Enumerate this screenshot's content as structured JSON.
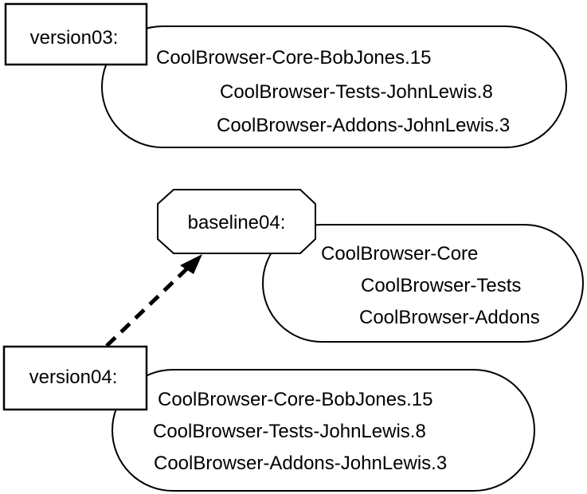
{
  "diagram": {
    "colors": {
      "stroke": "#000000",
      "fill": "#ffffff",
      "text": "#000000"
    },
    "version03": {
      "label": "version03:",
      "shape": "rectangle",
      "components": [
        "CoolBrowser-Core-BobJones.15",
        "CoolBrowser-Tests-JohnLewis.8",
        "CoolBrowser-Addons-JohnLewis.3"
      ]
    },
    "baseline04": {
      "label": "baseline04:",
      "shape": "octagon",
      "components": [
        "CoolBrowser-Core",
        "CoolBrowser-Tests",
        "CoolBrowser-Addons"
      ]
    },
    "version04": {
      "label": "version04:",
      "shape": "rectangle",
      "components": [
        "CoolBrowser-Core-BobJones.15",
        "CoolBrowser-Tests-JohnLewis.8",
        "CoolBrowser-Addons-JohnLewis.3"
      ]
    },
    "edges": [
      {
        "from": "version04",
        "to": "baseline04",
        "style": "dashed",
        "arrowhead": "to"
      }
    ]
  }
}
